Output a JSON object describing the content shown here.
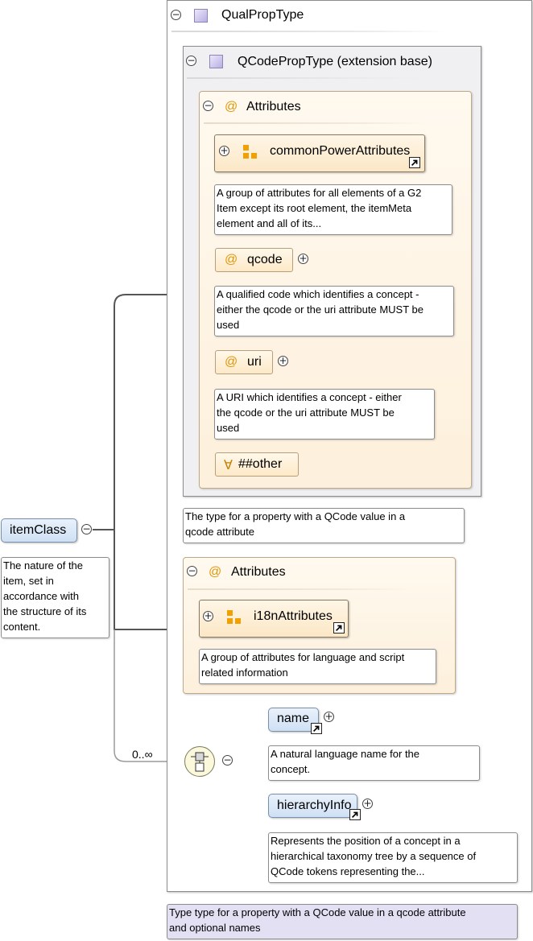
{
  "root_element": {
    "name": "itemClass",
    "doc": [
      "The nature of the",
      "item, set in",
      "accordance with",
      "the structure of its",
      "content."
    ]
  },
  "type": {
    "name": "QualPropType",
    "doc": [
      "Type type for a property with a QCode value in a qcode attribute",
      "and optional names"
    ]
  },
  "extension": {
    "name": "QCodePropType (extension base)",
    "doc": [
      "The type for a property with a QCode value in a",
      "qcode attribute"
    ],
    "attributes_label": "Attributes",
    "common_power": {
      "name": "commonPowerAttributes",
      "doc": [
        "A group of attributes for all elements of a G2",
        "Item except its root element, the itemMeta",
        "element and all of its..."
      ]
    },
    "qcode": {
      "name": "qcode",
      "doc": [
        "A qualified code which identifies a concept -",
        "either the qcode or the uri attribute MUST be",
        "used"
      ]
    },
    "uri": {
      "name": "uri",
      "doc": [
        "A URI which identifies a concept - either",
        "the qcode or the uri attribute MUST be",
        "used"
      ]
    },
    "any_attr": "##other",
    "any_symbol": "∀"
  },
  "own_attributes": {
    "label": "Attributes",
    "i18n": {
      "name": "i18nAttributes",
      "doc": [
        "A group of attributes for language and script",
        "related information"
      ]
    }
  },
  "sequence": {
    "multiplicity": "0..∞",
    "name_el": {
      "name": "name",
      "doc": [
        "A natural language name for the",
        "concept."
      ]
    },
    "hierarchy_el": {
      "name": "hierarchyInfo",
      "doc": [
        "Represents the position of a concept in a",
        "hierarchical taxonomy tree by a sequence of",
        "QCode tokens representing the..."
      ]
    }
  },
  "symbols": {
    "collapse": "−",
    "expand": "+",
    "attribute": "@"
  },
  "colors": {
    "element_fill": "#cfe0f4",
    "attribute_fill": "#fde9c8",
    "type_note_fill": "#e4e0f4",
    "attribute_icon": "#e0960a",
    "group_icon": "#f0a000"
  }
}
